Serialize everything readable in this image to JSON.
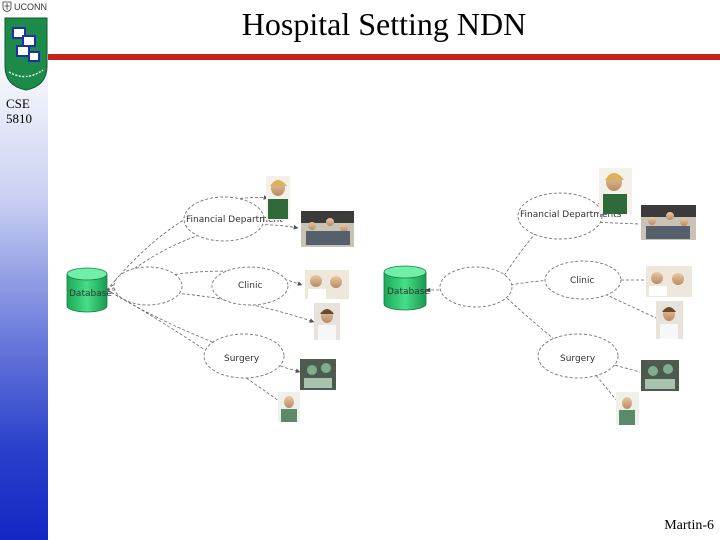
{
  "slide": {
    "brand": "UCONN",
    "course_lines": [
      "CSE",
      "5810"
    ],
    "title": "Hospital Setting NDN",
    "footer": "Martin-6"
  },
  "diagram": {
    "left": {
      "database": "Database",
      "nodes": [
        "Financial Department",
        "Clinic",
        "Surgery"
      ]
    },
    "right": {
      "database": "Database",
      "nodes": [
        "Financial Departments",
        "Clinic",
        "Surgery"
      ]
    }
  },
  "colors": {
    "accent_red": "#c9201c",
    "sidebar_blue": "#1426c4",
    "cylinder_green": "#2ecc71"
  }
}
